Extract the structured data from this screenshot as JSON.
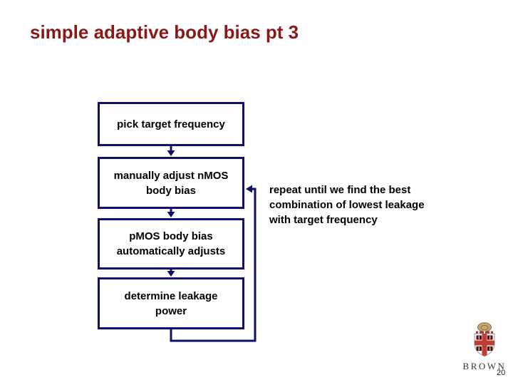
{
  "slide": {
    "title": "simple adaptive body bias pt 3",
    "page_number": "20"
  },
  "flowchart": {
    "boxes": [
      {
        "id": "pick-target-frequency",
        "lines": [
          "pick target frequency",
          ""
        ]
      },
      {
        "id": "manually-adjust-nmos",
        "lines": [
          "manually adjust nMOS",
          "body bias"
        ]
      },
      {
        "id": "pmos-auto-adjusts",
        "lines": [
          "pMOS body bias",
          "automatically adjusts"
        ]
      },
      {
        "id": "determine-leakage-power",
        "lines": [
          "determine leakage",
          "power"
        ]
      }
    ],
    "annotation_lines": [
      "repeat until we find the best",
      "combination of lowest leakage",
      "with target frequency"
    ]
  },
  "footer": {
    "logo_text": "BROWN"
  },
  "colors": {
    "title_red": "#8B1818",
    "diagram_navy": "#10106B",
    "body_text": "#000000",
    "crest_cross_red": "#C23B34",
    "crest_book_maroon": "#4A1010",
    "crest_sun_gold": "#C9A96E"
  }
}
